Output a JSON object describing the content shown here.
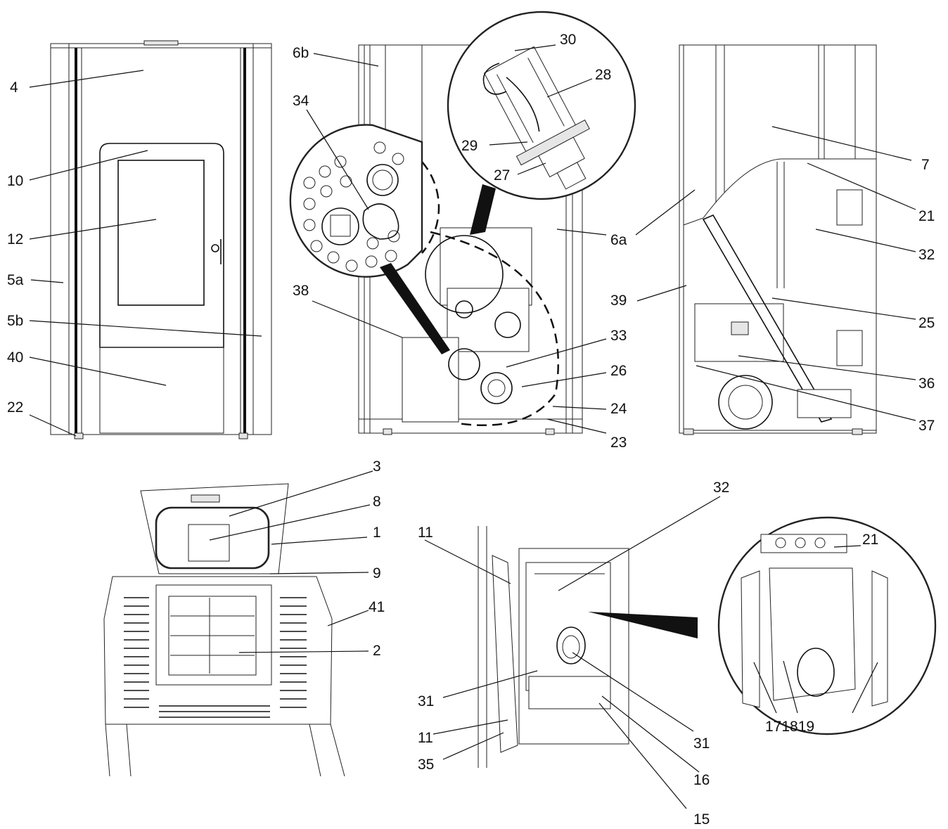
{
  "callouts": {
    "c1": "1",
    "c2": "2",
    "c3": "3",
    "c4": "4",
    "c5a": "5a",
    "c5b": "5b",
    "c6a": "6a",
    "c6b": "6b",
    "c7": "7",
    "c8": "8",
    "c9": "9",
    "c10": "10",
    "c11a": "11",
    "c11b": "11",
    "c12": "12",
    "c15": "15",
    "c16": "16",
    "c171819": "171819",
    "c21a": "21",
    "c21b": "21",
    "c22": "22",
    "c23": "23",
    "c24": "24",
    "c25": "25",
    "c26": "26",
    "c27": "27",
    "c28": "28",
    "c29": "29",
    "c30": "30",
    "c31a": "31",
    "c31b": "31",
    "c32a": "32",
    "c32b": "32",
    "c33": "33",
    "c34": "34",
    "c35": "35",
    "c36": "36",
    "c37": "37",
    "c38": "38",
    "c39": "39",
    "c40": "40",
    "c41": "41"
  }
}
